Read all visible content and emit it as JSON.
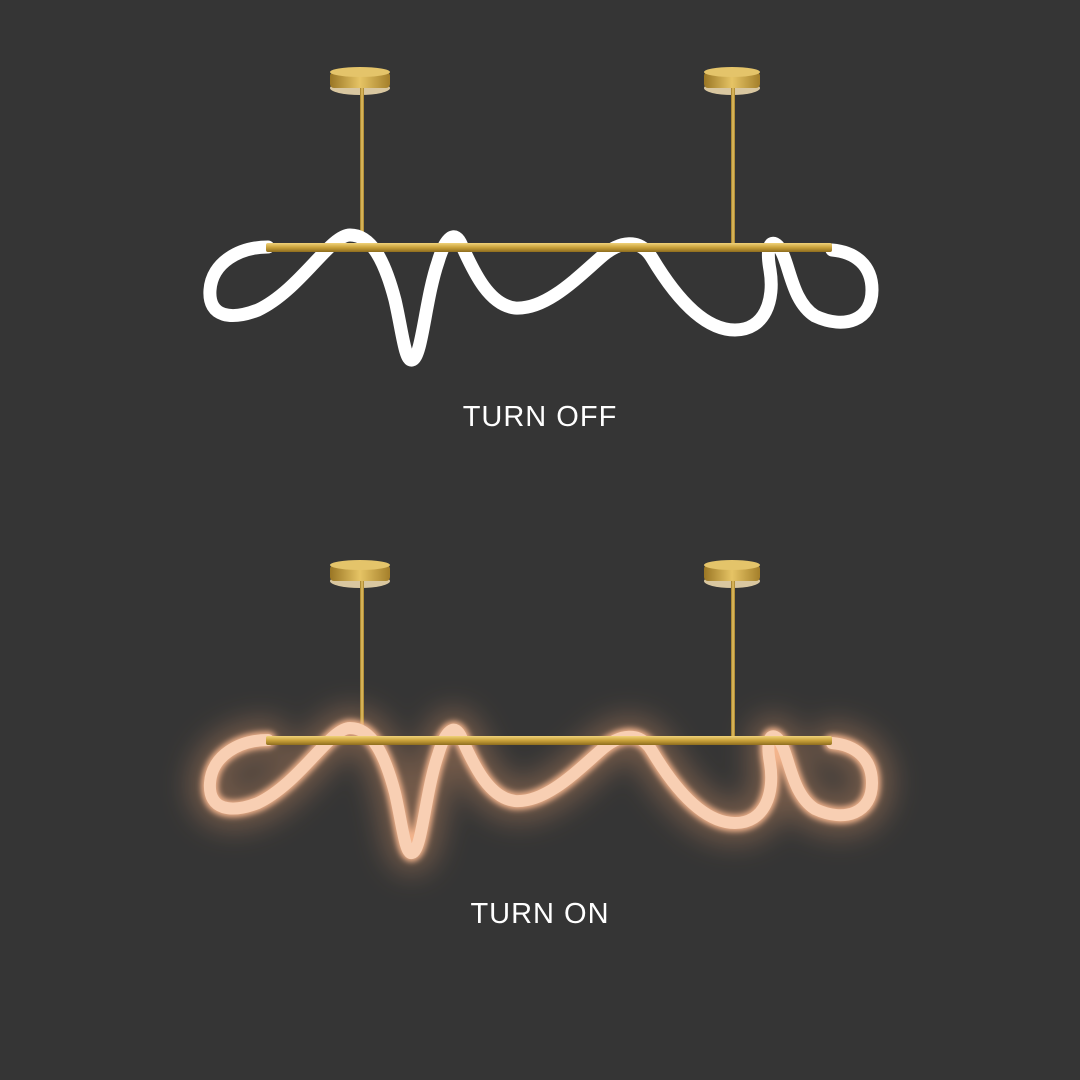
{
  "colors": {
    "background": "#353535",
    "brass": "#c9a13a",
    "brass_highlight": "#e8c766",
    "tube_off": "#ffffff",
    "tube_on": "#f6c7a8",
    "glow_on": "#e8a070",
    "caption_text": "#ffffff"
  },
  "panels": [
    {
      "state": "off",
      "caption": "TURN OFF",
      "description": "Linear pendant lamp with brass bar and white flexible tube, unlit"
    },
    {
      "state": "on",
      "caption": "TURN ON",
      "description": "Same linear pendant lamp lit with warm peach glow"
    }
  ]
}
